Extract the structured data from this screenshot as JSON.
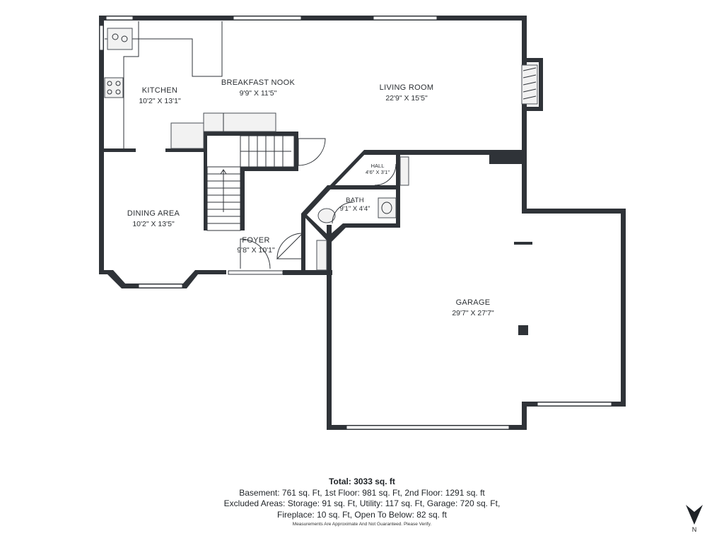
{
  "rooms": {
    "kitchen": {
      "name": "KITCHEN",
      "dims": "10'2\" X 13'1\""
    },
    "breakfast_nook": {
      "name": "BREAKFAST NOOK",
      "dims": "9'9\" X 11'5\""
    },
    "living_room": {
      "name": "LIVING ROOM",
      "dims": "22'9\" X 15'5\""
    },
    "dining_area": {
      "name": "DINING AREA",
      "dims": "10'2\" X 13'5\""
    },
    "hall": {
      "name": "HALL",
      "dims": "4'6\" X 3'1\""
    },
    "bath": {
      "name": "BATH",
      "dims": "9'1\" X 4'4\""
    },
    "foyer": {
      "name": "FOYER",
      "dims": "9'8\" X 10'1\""
    },
    "garage": {
      "name": "GARAGE",
      "dims": "29'7\" X 27'7\""
    }
  },
  "totals": {
    "total": "Total: 3033 sq. ft",
    "line1": "Basement: 761 sq. Ft, 1st Floor: 981 sq. Ft, 2nd Floor: 1291 sq. ft",
    "line2": "Excluded Areas: Storage: 91 sq. Ft, Utility: 117 sq. Ft, Garage: 720 sq. Ft,",
    "line3": "Fireplace: 10 sq. Ft, Open To Below: 82 sq. ft",
    "note": "Measurements Are Approximate And Not Guaranteed. Please Verify."
  },
  "compass": {
    "label": "N",
    "icon": "north-arrow-icon"
  },
  "colors": {
    "wall": "#2f3338",
    "background": "#ffffff",
    "text": "#2b2f33"
  }
}
